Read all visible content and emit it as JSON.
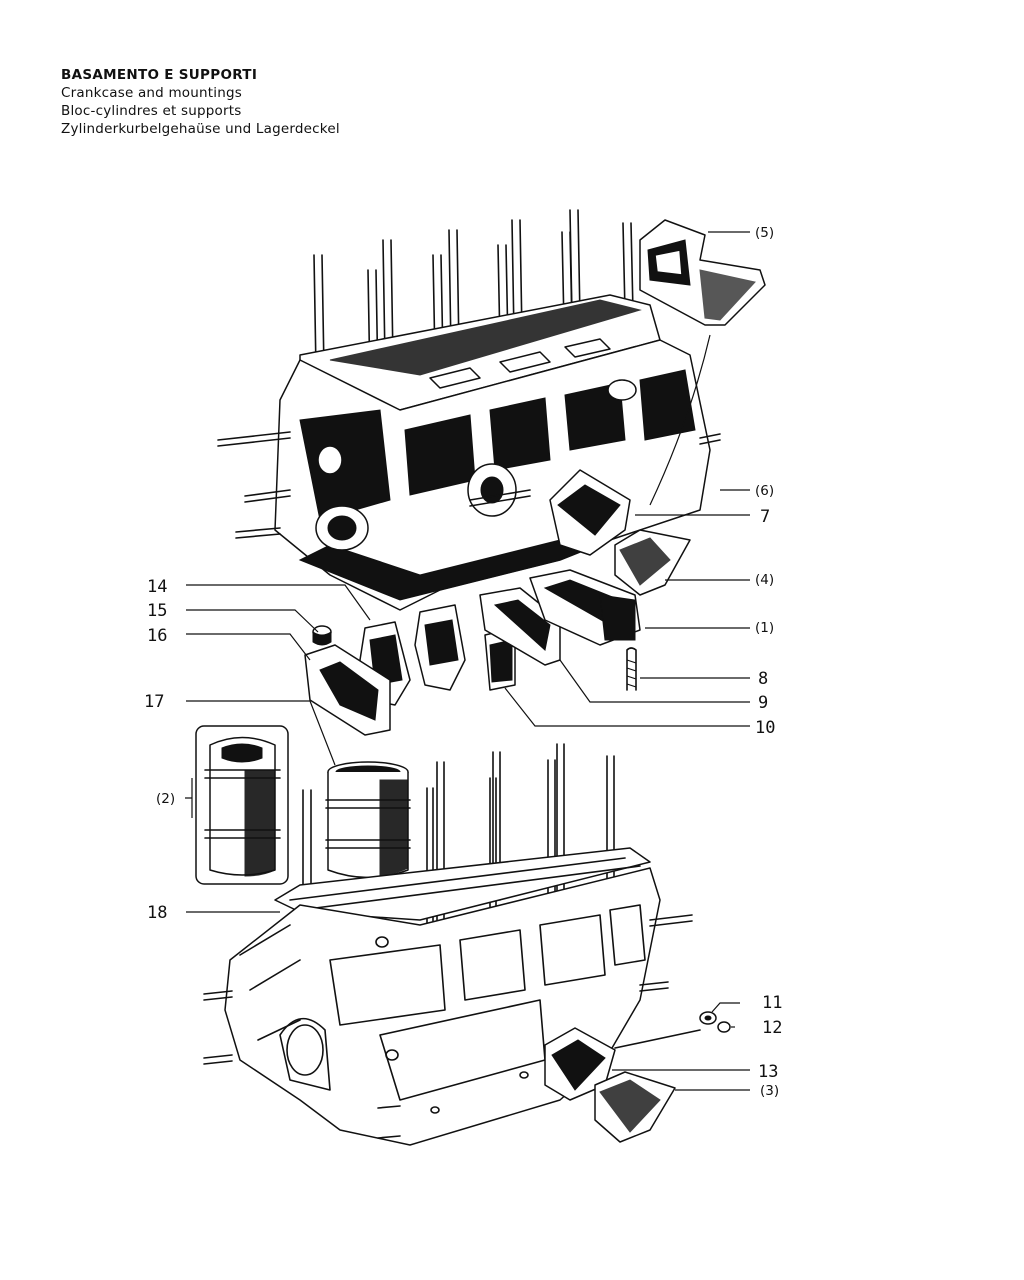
{
  "header": {
    "title": "BASAMENTO E SUPPORTI",
    "subtitle_en": "Crankcase and mountings",
    "subtitle_fr": "Bloc-cylindres et supports",
    "subtitle_de": "Zylinderkurbelgehaüse und Lagerdeckel"
  },
  "callouts": {
    "c5": "(5)",
    "c6": "(6)",
    "c7": "7",
    "c4": "(4)",
    "c1": "(1)",
    "c8": "8",
    "c9": "9",
    "c10": "10",
    "c14": "14",
    "c15": "15",
    "c16": "16",
    "c17": "17",
    "c2": "(2)",
    "c18": "18",
    "c11": "11",
    "c12": "12",
    "c13": "13",
    "c3": "(3)"
  },
  "colors": {
    "ink": "#111111",
    "paper": "#ffffff"
  }
}
